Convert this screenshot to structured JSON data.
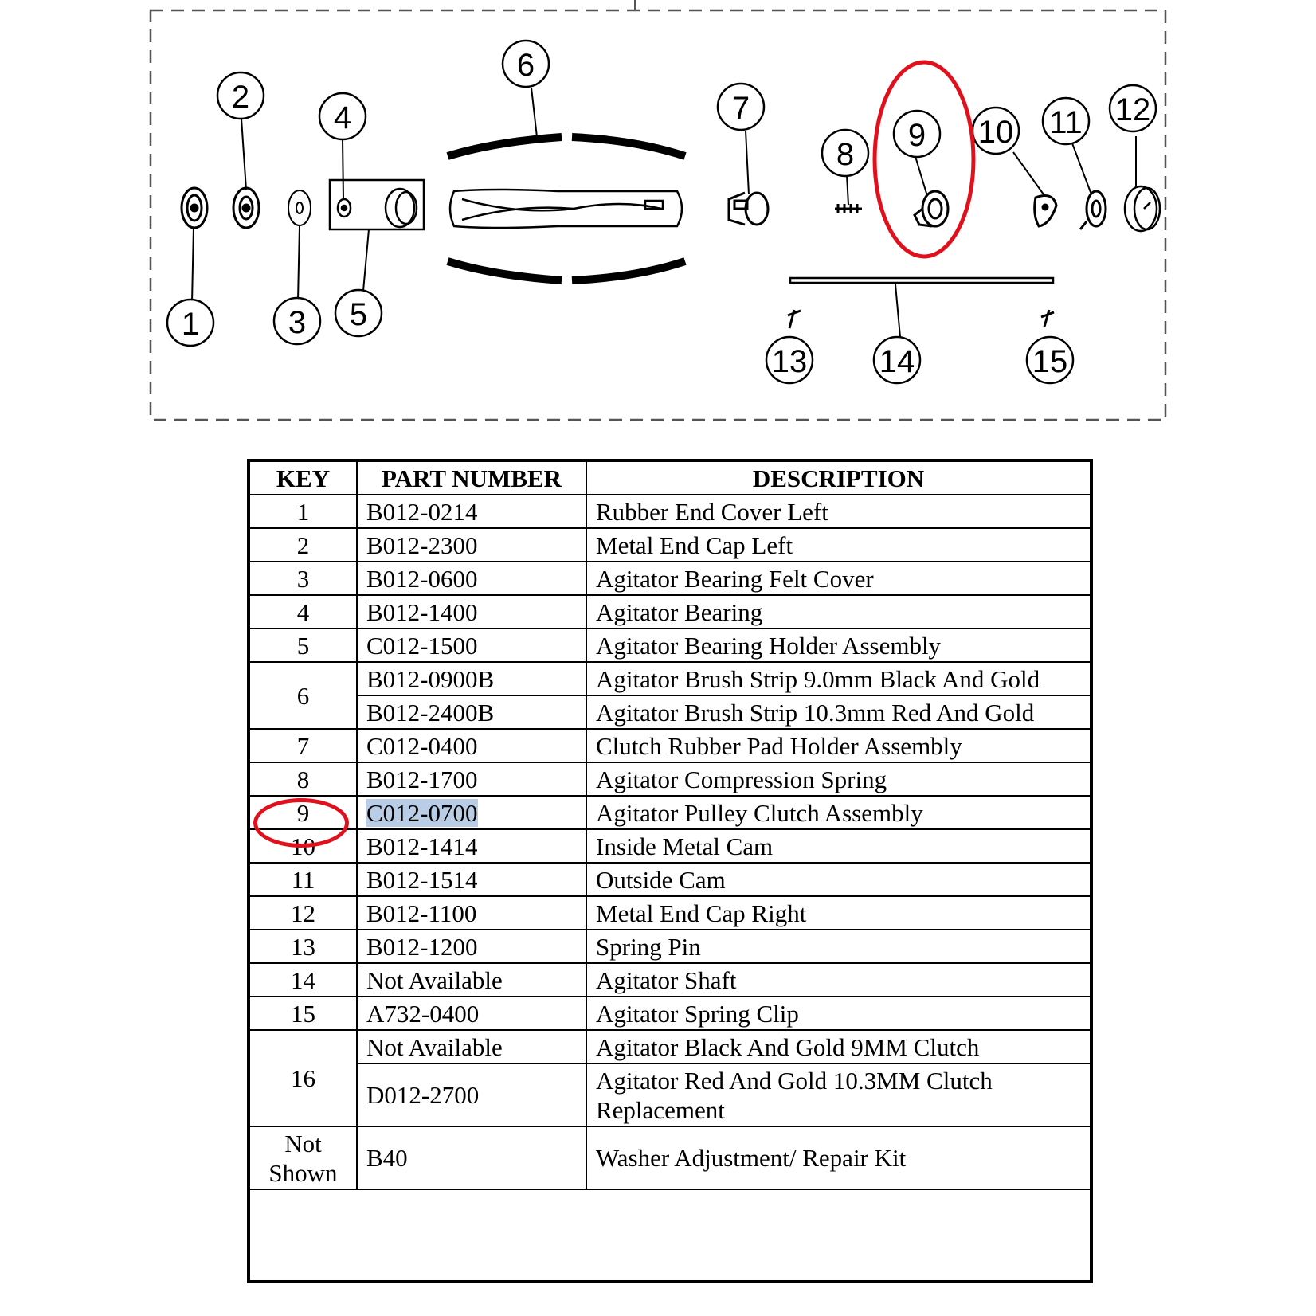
{
  "diagram": {
    "callouts": [
      "1",
      "2",
      "3",
      "4",
      "5",
      "6",
      "7",
      "8",
      "9",
      "10",
      "11",
      "12",
      "13",
      "14",
      "15"
    ],
    "highlight_color": "#e0101c"
  },
  "table": {
    "headers": [
      "KEY",
      "PART NUMBER",
      "DESCRIPTION"
    ],
    "rows": [
      {
        "key": "1",
        "part": "B012-0214",
        "desc": "Rubber End Cover Left"
      },
      {
        "key": "2",
        "part": "B012-2300",
        "desc": "Metal End Cap Left"
      },
      {
        "key": "3",
        "part": "B012-0600",
        "desc": "Agitator Bearing Felt Cover"
      },
      {
        "key": "4",
        "part": "B012-1400",
        "desc": "Agitator Bearing"
      },
      {
        "key": "5",
        "part": "C012-1500",
        "desc": "Agitator Bearing Holder Assembly"
      },
      {
        "key": "6",
        "part": "B012-0900B",
        "desc": "Agitator Brush Strip 9.0mm Black And Gold"
      },
      {
        "key": "",
        "part": "B012-2400B",
        "desc": "Agitator Brush Strip 10.3mm Red And Gold"
      },
      {
        "key": "7",
        "part": "C012-0400",
        "desc": "Clutch Rubber Pad Holder Assembly"
      },
      {
        "key": "8",
        "part": "B012-1700",
        "desc": "Agitator Compression Spring"
      },
      {
        "key": "9",
        "part": "C012-0700",
        "desc": "Agitator Pulley Clutch Assembly"
      },
      {
        "key": "10",
        "part": "B012-1414",
        "desc": "Inside Metal Cam"
      },
      {
        "key": "11",
        "part": "B012-1514",
        "desc": "Outside Cam"
      },
      {
        "key": "12",
        "part": "B012-1100",
        "desc": "Metal End Cap Right"
      },
      {
        "key": "13",
        "part": "B012-1200",
        "desc": "Spring Pin"
      },
      {
        "key": "14",
        "part": "Not Available",
        "desc": "Agitator Shaft"
      },
      {
        "key": "15",
        "part": "A732-0400",
        "desc": "Agitator Spring Clip"
      },
      {
        "key": "16",
        "part": "Not Available",
        "desc": "Agitator Black And Gold 9MM Clutch"
      },
      {
        "key": "",
        "part": "D012-2700",
        "desc": "Agitator Red And Gold 10.3MM Clutch Replacement"
      },
      {
        "key": "Not Shown",
        "part": "B40",
        "desc": "Washer Adjustment/ Repair Kit"
      }
    ],
    "selected_part": "C012-0700",
    "selection_color": "#b9cee6"
  }
}
